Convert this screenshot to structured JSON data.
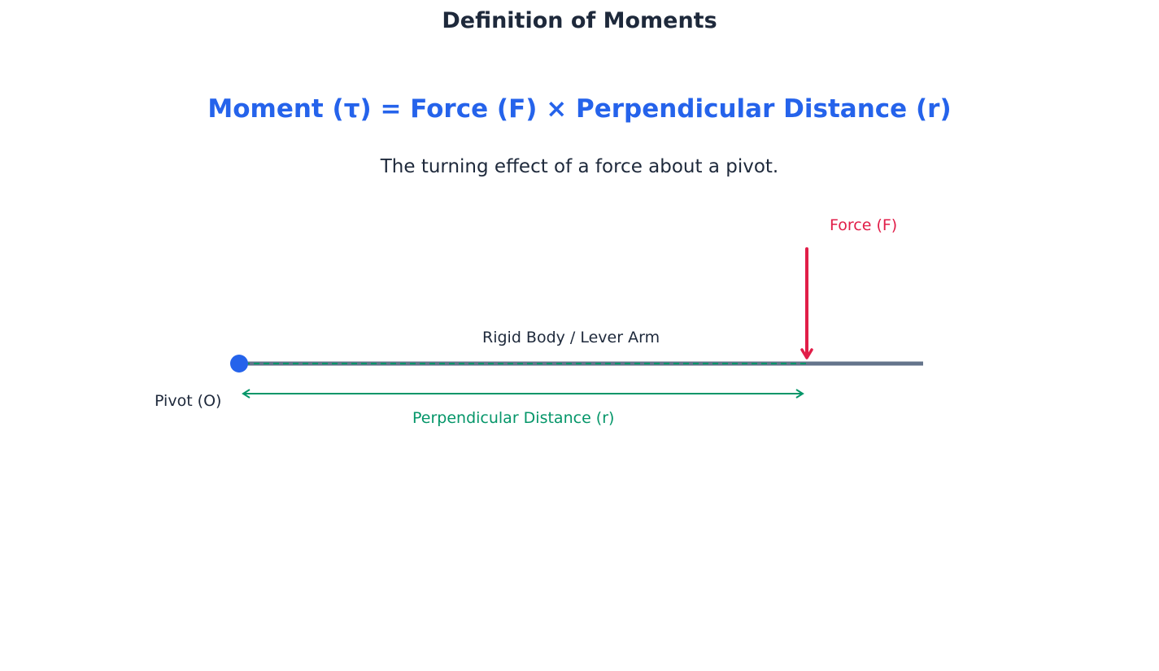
{
  "title": "Definition of Moments",
  "formula": "Moment (τ) = Force (F) × Perpendicular Distance (r)",
  "description": "The turning effect of a force about a pivot.",
  "diagram": {
    "lever_label": "Rigid Body / Lever Arm",
    "pivot_label": "Pivot (O)",
    "force_label": "Force (F)",
    "distance_label": "Perpendicular Distance (r)",
    "colors": {
      "title": "#1e293b",
      "formula": "#2563eb",
      "pivot": "#2563eb",
      "lever": "#64748b",
      "force": "#e11d48",
      "distance": "#059669"
    }
  }
}
